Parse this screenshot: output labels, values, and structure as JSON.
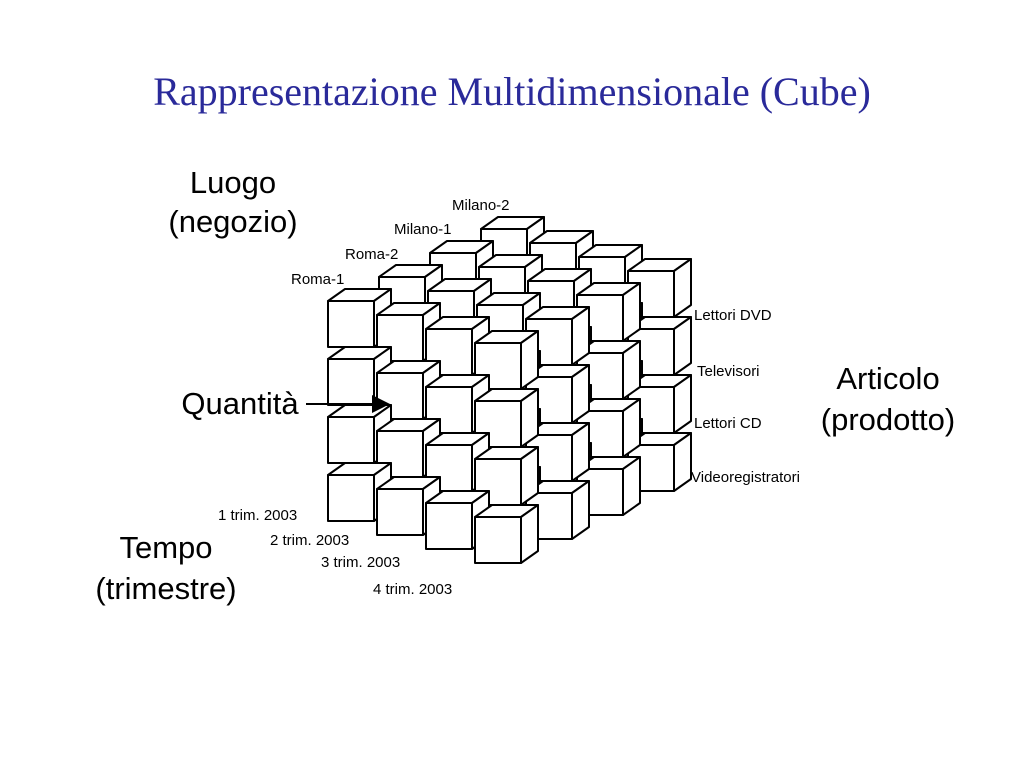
{
  "slide": {
    "title": "Rappresentazione Multidimensionale (Cube)"
  },
  "cube": {
    "dimensions": {
      "luogo": {
        "line1": "Luogo",
        "line2": "(negozio)"
      },
      "articolo": {
        "line1": "Articolo",
        "line2": "(prodotto)"
      },
      "tempo": {
        "line1": "Tempo",
        "line2": "(trimestre)"
      }
    },
    "measure": "Quantità",
    "stores": [
      "Roma-1",
      "Roma-2",
      "Milano-1",
      "Milano-2"
    ],
    "products": [
      "Lettori DVD",
      "Televisori",
      "Lettori CD",
      "Videoregistratori"
    ],
    "quarters": [
      "1 trim. 2003",
      "2 trim. 2003",
      "3 trim. 2003",
      "4 trim. 2003"
    ]
  }
}
